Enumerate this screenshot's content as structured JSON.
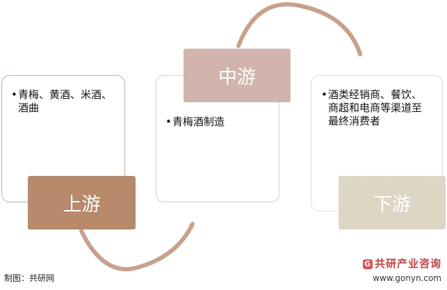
{
  "stages": [
    {
      "name": "上游",
      "items": [
        "青梅、黄酒、米酒、酒曲"
      ]
    },
    {
      "name": "中游",
      "items": [
        "青梅酒制造"
      ]
    },
    {
      "name": "下游",
      "items": [
        "酒类经销商、餐饮、商超和电商等渠道至最终消费者"
      ]
    }
  ],
  "source": "制图：共研网",
  "watermark": {
    "brand": "共研产业咨询",
    "url": "www.gonyn.com",
    "logo": "G"
  },
  "colors": {
    "upstream": "#b8896a",
    "midstream": "#d1b4ab",
    "downstream": "#ddd6c3",
    "arrow": "#c9a08a"
  }
}
